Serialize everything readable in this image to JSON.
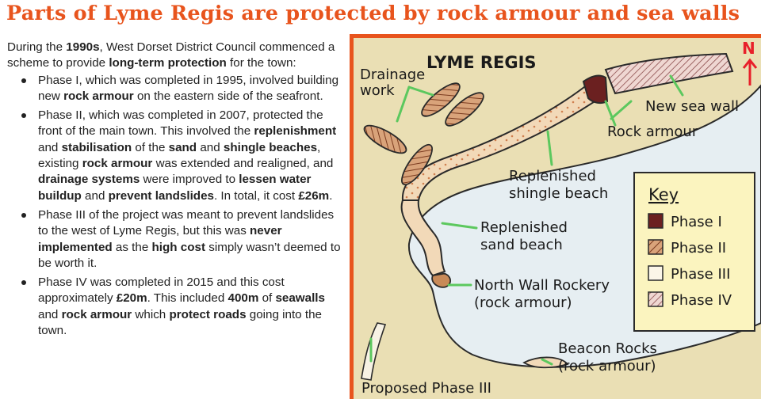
{
  "title": "Parts of Lyme Regis are protected by rock armour and sea walls",
  "intro": {
    "t1": "During the ",
    "b1": "1990s",
    "t2": ", West Dorset District Council commenced a scheme to provide ",
    "b2": "long-term protection",
    "t3": " for the town:"
  },
  "phases": [
    {
      "t1": "Phase I, which was completed in 1995, involved building new ",
      "b1": "rock armour",
      "t2": " on the eastern side of the seafront."
    },
    {
      "t1": "Phase II, which was completed in 2007, protected the front of the main town. This involved the ",
      "b1": "replenishment",
      "t2": " and ",
      "b2": "stabilisation",
      "t3": " of the ",
      "b3": "sand",
      "t4": " and ",
      "b4": "shingle beaches",
      "t5": ", existing ",
      "b5": "rock armour",
      "t6": " was extended and realigned, and ",
      "b6": "drainage systems",
      "t7": " were improved to ",
      "b7": "lessen water buildup",
      "t8": " and ",
      "b8": "prevent landslides",
      "t9": ". In total, it cost ",
      "b9": "£26m",
      "t10": "."
    },
    {
      "t1": "Phase III of the project was meant to prevent landslides to the west of Lyme Regis, but this was ",
      "b1": "never implemented",
      "t2": " as the ",
      "b2": "high cost",
      "t3": " simply wasn’t deemed to be worth it."
    },
    {
      "t1": "Phase IV was completed in 2015 and this cost approximately ",
      "b1": "£20m",
      "t2": ". This included ",
      "b2": "400m",
      "t3": " of ",
      "b3": "seawalls",
      "t4": " and ",
      "b4": "rock armour",
      "t5": " which ",
      "b5": "protect roads",
      "t6": " going into the town."
    }
  ],
  "map": {
    "town_name": "LYME REGIS",
    "north_letter": "N",
    "labels": {
      "drainage_1": "Drainage",
      "drainage_2": "work",
      "new_sea_wall": "New sea wall",
      "rock_armour": "Rock armour",
      "shingle_1": "Replenished",
      "shingle_2": "shingle beach",
      "sand_1": "Replenished",
      "sand_2": "sand beach",
      "north_wall_1": "North Wall Rockery",
      "north_wall_2": "(rock armour)",
      "beacon_1": "Beacon Rocks",
      "beacon_2": "(rock armour)",
      "proposed": "Proposed Phase III"
    },
    "key": {
      "title": "Key",
      "items": [
        {
          "label": "Phase I",
          "color": "#6b2020"
        },
        {
          "label": "Phase II",
          "color": "#d9a37a"
        },
        {
          "label": "Phase III",
          "color": "#fbf6e8"
        },
        {
          "label": "Phase IV",
          "color": "#d8b0b0"
        }
      ]
    },
    "colors": {
      "frame": "#e8541d",
      "land": "#eadfb4",
      "sea": "#e6eef2",
      "pointer": "#5cc85e",
      "north_arrow": "#e8202a"
    }
  }
}
